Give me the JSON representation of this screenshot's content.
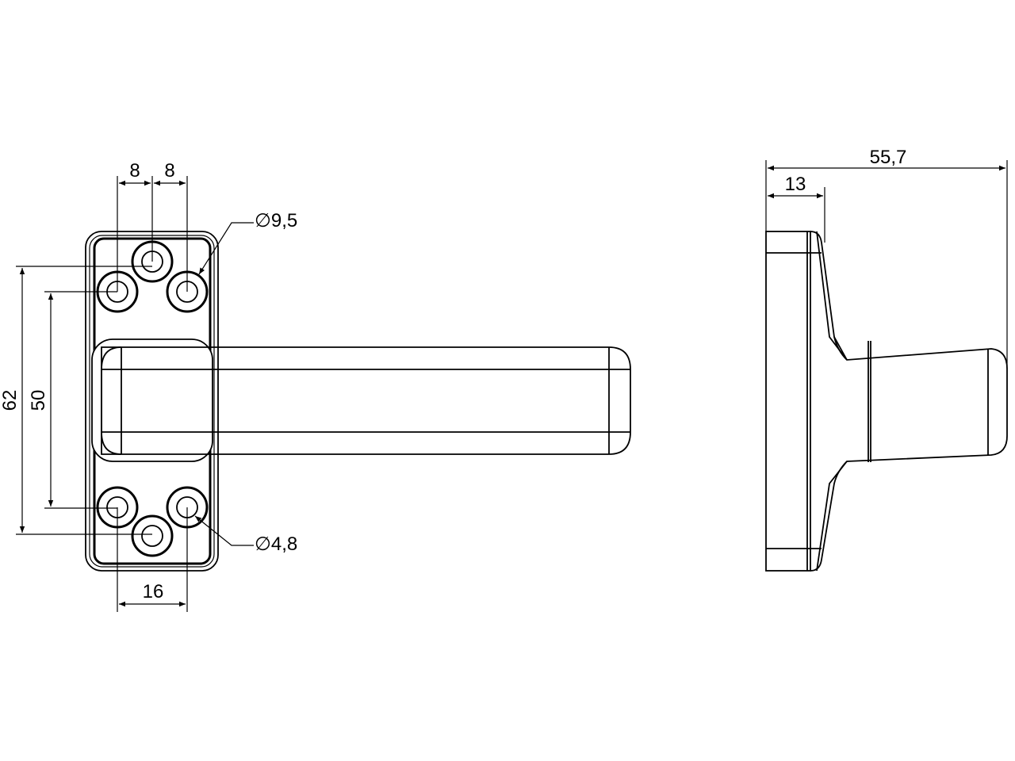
{
  "front_view": {
    "dim_spacing_left": "8",
    "dim_spacing_right": "8",
    "dim_large_hole": "∅9,5",
    "dim_total_height": "62",
    "dim_hole_height": "50",
    "dim_small_hole": "∅4,8",
    "dim_hole_width": "16"
  },
  "side_view": {
    "dim_total_depth": "55,7",
    "dim_plate_depth": "13"
  }
}
